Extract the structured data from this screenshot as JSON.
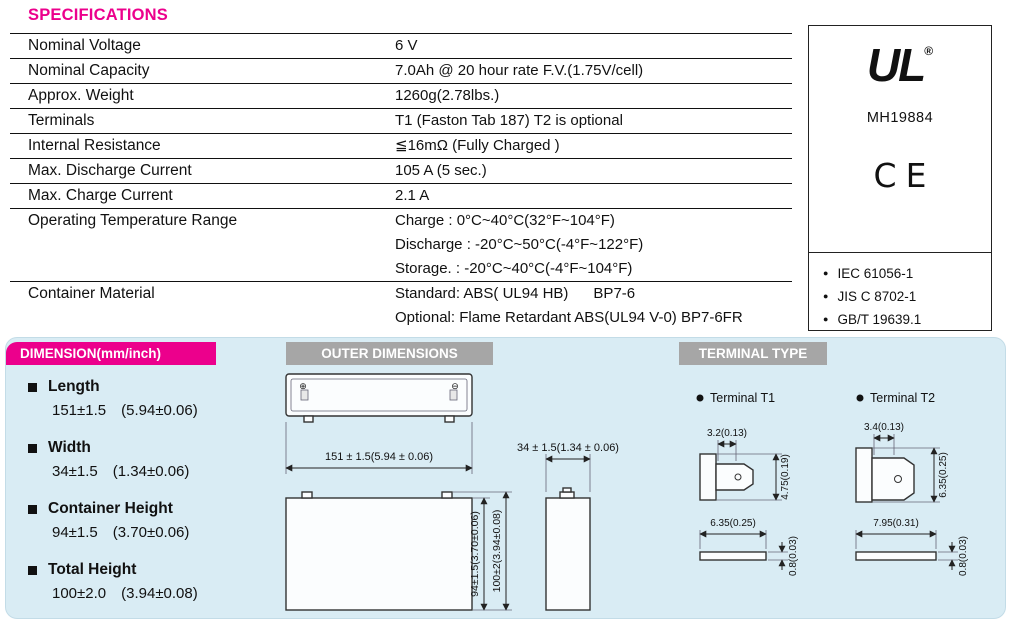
{
  "specifications": {
    "title": "SPECIFICATIONS",
    "rows": [
      {
        "label": "Nominal Voltage",
        "value": "6 V"
      },
      {
        "label": "Nominal Capacity",
        "value": "7.0Ah @ 20 hour rate F.V.(1.75V/cell)"
      },
      {
        "label": "Approx. Weight",
        "value": "1260g(2.78lbs.)"
      },
      {
        "label": "Terminals",
        "value": "T1 (Faston Tab 187) T2 is optional"
      },
      {
        "label": "Internal Resistance",
        "value": "≦16mΩ (Fully Charged )"
      },
      {
        "label": "Max. Discharge Current",
        "value": "105 A (5 sec.)"
      },
      {
        "label": "Max. Charge Current",
        "value": "2.1 A"
      },
      {
        "label": "Operating Temperature Range",
        "line1": "Charge : 0°C~40°C(32°F~104°F)",
        "line2": "Discharge : -20°C~50°C(-4°F~122°F)",
        "line3": "Storage. : -20°C~40°C(-4°F~104°F)"
      },
      {
        "label": "Container Material",
        "line1": "Standard: ABS( UL94 HB)      BP7-6",
        "line2": "Optional: Flame Retardant ABS(UL94 V-0) BP7-6FR"
      }
    ]
  },
  "certifications": {
    "ul_text": "UL",
    "ul_reg": "®",
    "ul_file": "MH19884",
    "ce_text": "CE",
    "standards": [
      "IEC 61056-1",
      "JIS C 8702-1",
      "GB/T 19639.1"
    ]
  },
  "dimension_panel": {
    "header": "DIMENSION(mm/inch)",
    "items": [
      {
        "name": "Length",
        "mm": "151±1.5",
        "inch": "(5.94±0.06)"
      },
      {
        "name": "Width",
        "mm": "34±1.5",
        "inch": "(1.34±0.06)"
      },
      {
        "name": "Container Height",
        "mm": "94±1.5",
        "inch": "(3.70±0.06)"
      },
      {
        "name": "Total Height",
        "mm": "100±2.0",
        "inch": "(3.94±0.08)"
      }
    ]
  },
  "outer_dimensions": {
    "header": "OUTER DIMENSIONS",
    "length_dim": "151 ± 1.5(5.94 ± 0.06)",
    "width_dim": "34 ± 1.5(1.34 ± 0.06)",
    "container_height_dim": "94±1.5(3.70±0.06)",
    "total_height_dim": "100±2(3.94±0.08)",
    "polarity_positive": "⊕",
    "polarity_negative": "⊖"
  },
  "terminal_type": {
    "header": "TERMINAL TYPE",
    "t1": {
      "label": "Terminal T1",
      "dim_top": "3.2(0.13)",
      "dim_height": "4.75(0.19)",
      "dim_base": "6.35(0.25)",
      "dim_thickness": "0.8(0.03)"
    },
    "t2": {
      "label": "Terminal T2",
      "dim_top": "3.4(0.13)",
      "dim_height": "6.35(0.25)",
      "dim_base": "7.95(0.31)",
      "dim_thickness": "0.8(0.03)"
    }
  }
}
